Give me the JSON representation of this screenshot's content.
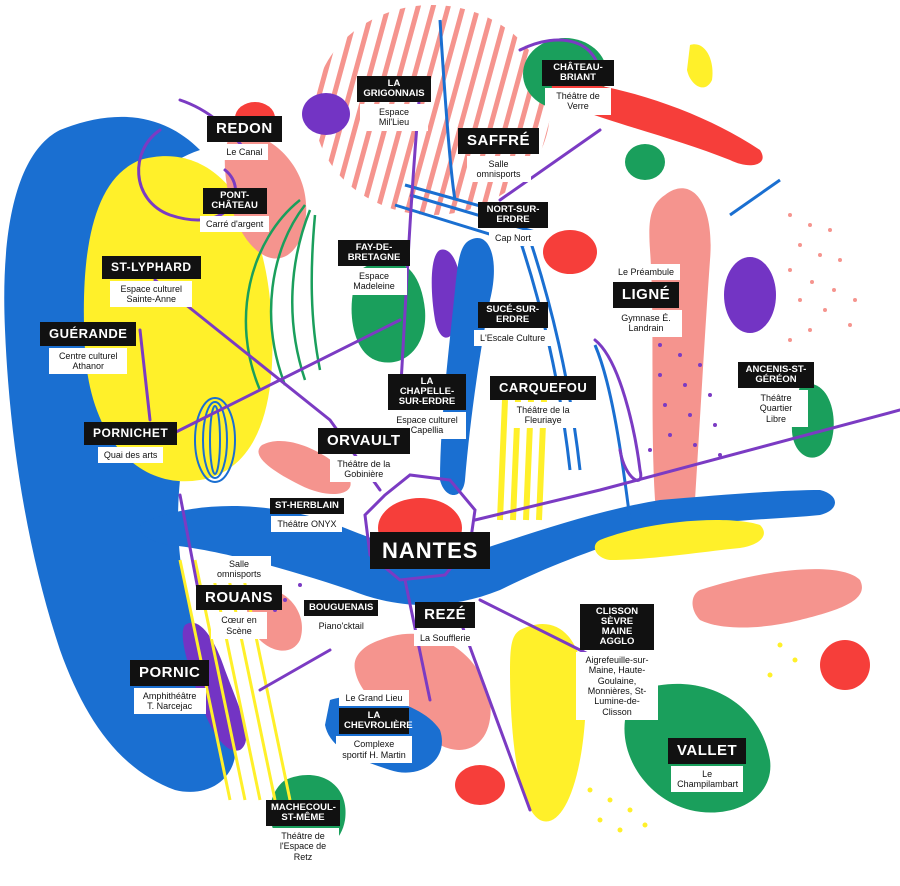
{
  "places": [
    {
      "id": "chateaubriant",
      "name": "CHÂTEAU-BRIANT",
      "size": "sm",
      "venue": "Théâtre de Verre"
    },
    {
      "id": "grigonnais",
      "name": "LA GRIGONNAIS",
      "size": "sm",
      "venue": "Espace Mil'Lieu"
    },
    {
      "id": "redon",
      "name": "REDON",
      "size": "big",
      "venue": "Le Canal"
    },
    {
      "id": "saffre",
      "name": "SAFFRÉ",
      "size": "big",
      "venue": "Salle omnisports"
    },
    {
      "id": "pontchateau",
      "name": "PONT-CHÂTEAU",
      "size": "sm",
      "venue": "Carré d'argent"
    },
    {
      "id": "nortsurerdre",
      "name": "NORT-SUR-ERDRE",
      "size": "sm",
      "venue": "Cap Nort"
    },
    {
      "id": "fay",
      "name": "FAY-DE-BRETAGNE",
      "size": "sm",
      "venue": "Espace Madeleine"
    },
    {
      "id": "stlyphard",
      "name": "ST-LYPHARD",
      "size": "sm",
      "venue": "Espace culturel Sainte-Anne"
    },
    {
      "id": "ligne",
      "name": "LIGNÉ",
      "size": "big",
      "venue": "Gymnase É. Landrain",
      "venue_above": "Le Préambule"
    },
    {
      "id": "sucesurerdre",
      "name": "SUCÉ-SUR-ERDRE",
      "size": "sm",
      "venue": "L'Escale Culture"
    },
    {
      "id": "guerande",
      "name": "GUÉRANDE",
      "size": "big",
      "venue": "Centre culturel Athanor"
    },
    {
      "id": "ancenis",
      "name": "ANCENIS-ST-GÉRÉON",
      "size": "sm",
      "venue": "Théâtre Quartier Libre"
    },
    {
      "id": "chapelle",
      "name": "LA CHAPELLE-SUR-ERDRE",
      "size": "sm",
      "venue": "Espace culturel Capellia"
    },
    {
      "id": "carquefou",
      "name": "CARQUEFOU",
      "size": "big",
      "venue": "Théâtre de la Fleuriaye"
    },
    {
      "id": "pornichet",
      "name": "PORNICHET",
      "size": "big",
      "venue": "Quai des arts"
    },
    {
      "id": "orvault",
      "name": "ORVAULT",
      "size": "big",
      "venue": "Théâtre de la Gobinière"
    },
    {
      "id": "stherblain",
      "name": "ST-HERBLAIN",
      "size": "sm",
      "venue": "Théâtre ONYX"
    },
    {
      "id": "nantes",
      "name": "NANTES",
      "size": "xl",
      "venue": ""
    },
    {
      "id": "rouans",
      "name": "ROUANS",
      "size": "big",
      "venue": "Cœur en Scène",
      "venue_above": "Salle omnisports"
    },
    {
      "id": "bouguenais",
      "name": "BOUGUENAIS",
      "size": "sm",
      "venue": "Piano'cktail"
    },
    {
      "id": "reze",
      "name": "REZÉ",
      "size": "big",
      "venue": "La Soufflerie"
    },
    {
      "id": "clisson",
      "name": "CLISSON SÈVRE MAINE AGGLO",
      "size": "sm",
      "venue": "Aigrefeuille-sur-Maine, Haute-Goulaine, Monnières, St-Lumine-de-Clisson"
    },
    {
      "id": "pornic",
      "name": "PORNIC",
      "size": "big",
      "venue": "Amphithéâtre T. Narcejac"
    },
    {
      "id": "chevroliere",
      "name": "LA CHEVROLIÈRE",
      "size": "sm",
      "venue": "Complexe sportif H. Martin",
      "venue_above": "Le Grand Lieu"
    },
    {
      "id": "vallet",
      "name": "VALLET",
      "size": "big",
      "venue": "Le Champilambart"
    },
    {
      "id": "machecoul",
      "name": "MACHECOUL-ST-MÊME",
      "size": "sm",
      "venue": "Théâtre de l'Espace de Retz"
    }
  ],
  "colors": {
    "blue": "#1a6fd1",
    "yellow": "#fff02a",
    "pink": "#f5948e",
    "red": "#f63e3a",
    "green": "#1a9f5c",
    "purple": "#7334c4",
    "line": "#7b3bc3",
    "ink": "#111111"
  }
}
